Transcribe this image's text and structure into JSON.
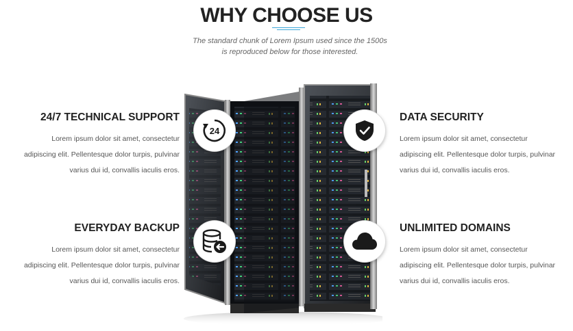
{
  "header": {
    "title": "WHY CHOOSE US",
    "subtitle_line1": "The standard chunk of Lorem Ipsum used since the 1500s",
    "subtitle_line2": "is reproduced below for those interested."
  },
  "features": {
    "technical_support": {
      "title": "24/7 TECHNICAL SUPPORT",
      "line1": "Lorem ipsum dolor sit amet, consectetur",
      "line2": "adipiscing elit. Pellentesque dolor turpis, pulvinar",
      "line3": "varius dui id, convallis iaculis eros.",
      "icon": "clock-24-icon",
      "icon_text": "24"
    },
    "data_security": {
      "title": "DATA SECURITY",
      "line1": "Lorem ipsum dolor sit amet, consectetur",
      "line2": "adipiscing elit. Pellentesque dolor turpis, pulvinar",
      "line3": "varius dui id, convallis iaculis eros.",
      "icon": "shield-check-icon"
    },
    "everyday_backup": {
      "title": "EVERYDAY BACKUP",
      "line1": "Lorem ipsum dolor sit amet, consectetur",
      "line2": "adipiscing elit. Pellentesque dolor turpis, pulvinar",
      "line3": "varius dui id, convallis iaculis eros.",
      "icon": "database-backup-icon"
    },
    "unlimited_domains": {
      "title": "UNLIMITED DOMAINS",
      "line1": "Lorem ipsum dolor sit amet, consectetur",
      "line2": "adipiscing elit. Pellentesque dolor turpis, pulvinar",
      "line3": "varius dui id, convallis iaculis eros.",
      "icon": "cloud-icon"
    }
  },
  "colors": {
    "accent": "#3aa6d8",
    "heading": "#222222",
    "body_text": "#555555",
    "icon_dark": "#1a1a1a"
  }
}
